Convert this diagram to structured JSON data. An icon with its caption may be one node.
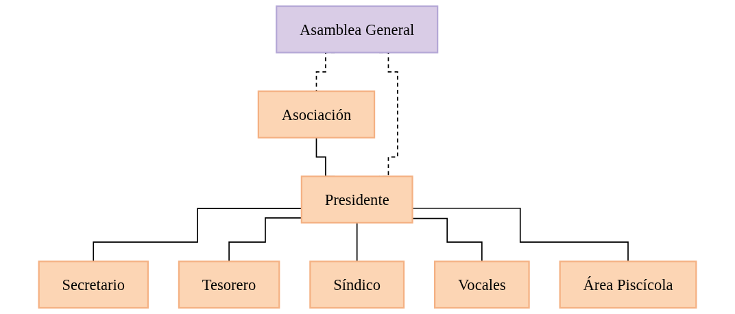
{
  "diagram": {
    "nodes": [
      {
        "text": [
          "Asociación"
        ]
      },
      {
        "text": [
          "Asamblea General"
        ]
      },
      {
        "text": [
          "Presidente"
        ]
      },
      {
        "text": [
          "Secretario"
        ]
      },
      {
        "text": [
          "Tesorero"
        ]
      },
      {
        "text": [
          "Síndico"
        ]
      },
      {
        "text": [
          "Vocales"
        ]
      },
      {
        "text": [
          "Área Piscícola"
        ]
      }
    ],
    "edges": [
      {
        "from": 0,
        "to": 2,
        "arrow": "none"
      },
      {
        "from": 1,
        "to": 0,
        "arrow": "none",
        "style": "dashed"
      },
      {
        "from": 1,
        "to": 2,
        "arrow": "none",
        "style": "dashed"
      },
      {
        "from": 2,
        "to": 3,
        "arrow": "none"
      },
      {
        "from": 2,
        "to": 4,
        "arrow": "none"
      },
      {
        "from": 2,
        "to": 5,
        "arrow": "none"
      },
      {
        "from": 2,
        "to": 6,
        "arrow": "none"
      },
      {
        "from": 2,
        "to": 7,
        "arrow": "none"
      }
    ]
  }
}
